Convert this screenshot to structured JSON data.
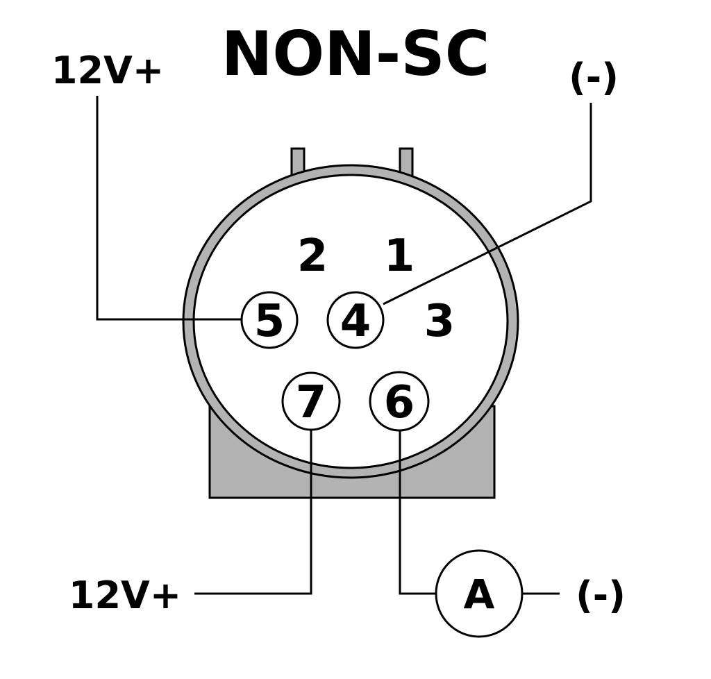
{
  "title": "NON-SC",
  "labels": {
    "top_left": "12V+",
    "top_right": "(-)",
    "bottom_left": "12V+",
    "bottom_right": "(-)"
  },
  "pins": {
    "p1": "1",
    "p2": "2",
    "p3": "3",
    "p4": "4",
    "p5": "5",
    "p6": "6",
    "p7": "7"
  },
  "ammeter": "A",
  "colors": {
    "housing": "#b3b3b3",
    "line": "#000000"
  }
}
